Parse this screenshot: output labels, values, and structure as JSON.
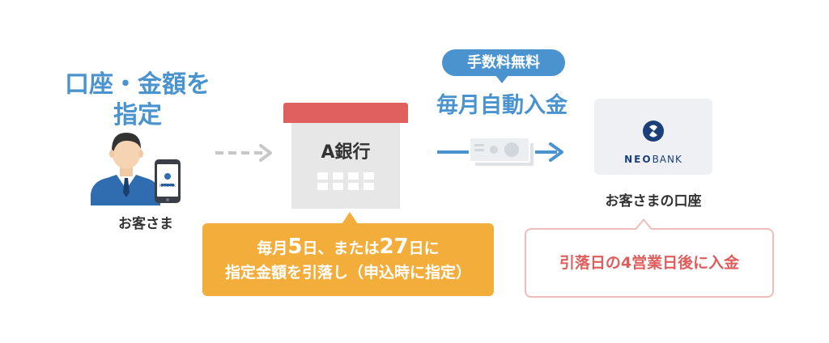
{
  "customer": {
    "heading_line1": "口座・金額を",
    "heading_line2": "指定",
    "caption": "お客さま",
    "phone_brand": "NEOBANK"
  },
  "bank": {
    "label": "A銀行",
    "callout_line1_a": "毎月",
    "callout_line1_b": "5",
    "callout_line1_c": "日、または",
    "callout_line1_d": "27",
    "callout_line1_e": "日に",
    "callout_line2": "指定金額を引落し（申込時に指定）"
  },
  "transfer": {
    "fee_badge": "手数料無料",
    "title": "毎月自動入金"
  },
  "destination": {
    "brand_a": "NEO",
    "brand_b": "BANK",
    "caption": "お客さまの口座",
    "note": "引落日の4営業日後に入金"
  },
  "colors": {
    "accent_blue": "#4a93cf",
    "bank_roof_red": "#e06060",
    "callout_orange": "#f3ad3b",
    "note_pink": "#f1bcbc",
    "note_text_red": "#e05d5d",
    "arrow_gray": "#c8c8c8",
    "brand_navy": "#1a3f7a"
  },
  "icons": [
    "person-icon",
    "smartphone-icon",
    "dashed-arrow-icon",
    "bank-building-icon",
    "solid-arrow-icon",
    "bank-card-icon",
    "neobank-logo-icon"
  ]
}
